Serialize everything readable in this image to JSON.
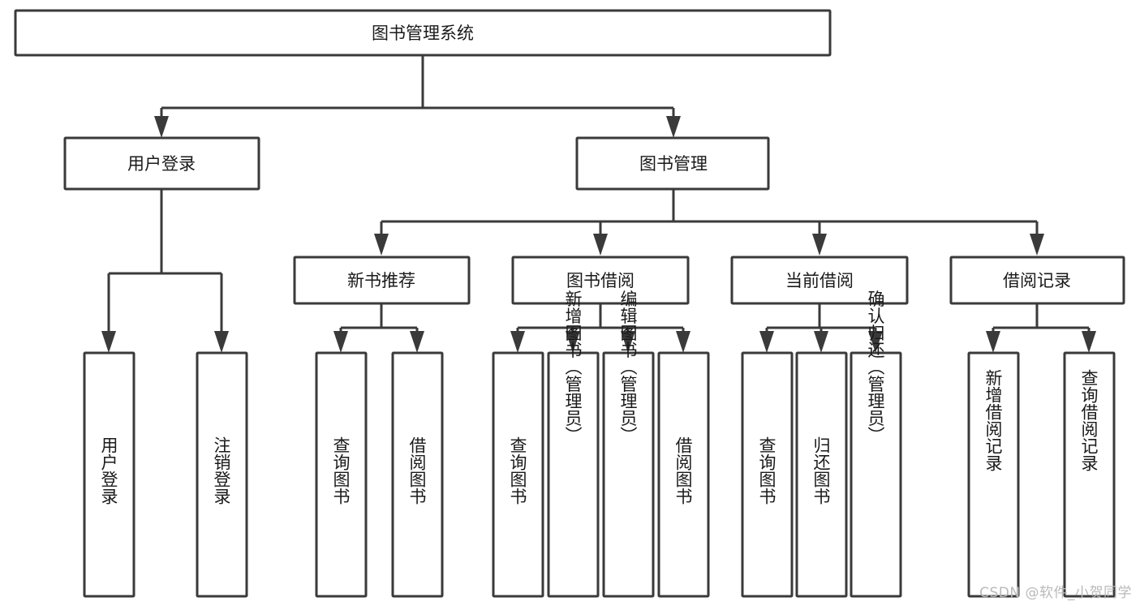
{
  "diagram": {
    "title": "图书管理系统",
    "type": "tree-hierarchy-chart",
    "colors": {
      "box_stroke": "#3a3a3a",
      "box_fill": "#ffffff",
      "connector": "#3a3a3a",
      "text": "#1a1a1a",
      "watermark": "#b9b9b9",
      "background": "#ffffff"
    },
    "root": {
      "label": "图书管理系统"
    },
    "level2": [
      {
        "label": "用户登录"
      },
      {
        "label": "图书管理"
      }
    ],
    "level3": [
      {
        "label": "新书推荐"
      },
      {
        "label": "图书借阅"
      },
      {
        "label": "当前借阅"
      },
      {
        "label": "借阅记录"
      }
    ],
    "leaves": {
      "user_login": [
        {
          "label": "用户登录"
        },
        {
          "label": "注销登录"
        }
      ],
      "new_book_recommend": [
        {
          "label": "查询图书"
        },
        {
          "label": "借阅图书"
        }
      ],
      "book_borrow": [
        {
          "label": "查询图书"
        },
        {
          "label": "新增图书（管理员）"
        },
        {
          "label": "编辑图书（管理员）"
        },
        {
          "label": "借阅图书"
        }
      ],
      "current_borrow": [
        {
          "label": "查询图书"
        },
        {
          "label": "归还图书"
        },
        {
          "label": "确认归还（管理员）"
        }
      ],
      "borrow_records": [
        {
          "label": "新增借阅记录"
        },
        {
          "label": "查询借阅记录"
        }
      ]
    }
  },
  "watermark": {
    "text": "CSDN @软件_小贺同学"
  }
}
